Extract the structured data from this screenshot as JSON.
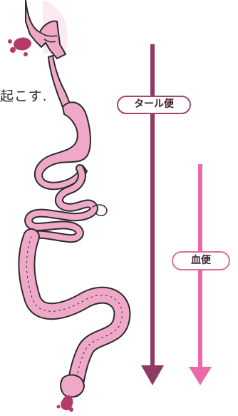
{
  "labels": {
    "tar_stool": "タール便",
    "bloody_stool": "血便",
    "cut_text": "起こす.",
    "cut_mark": "-"
  },
  "colors": {
    "tar_arrow": "#8e3a63",
    "blood_arrow": "#e86aa6",
    "organ_fill": "#f0a8c8",
    "outline": "#2b2b2b",
    "blood": "#b23b6a"
  }
}
